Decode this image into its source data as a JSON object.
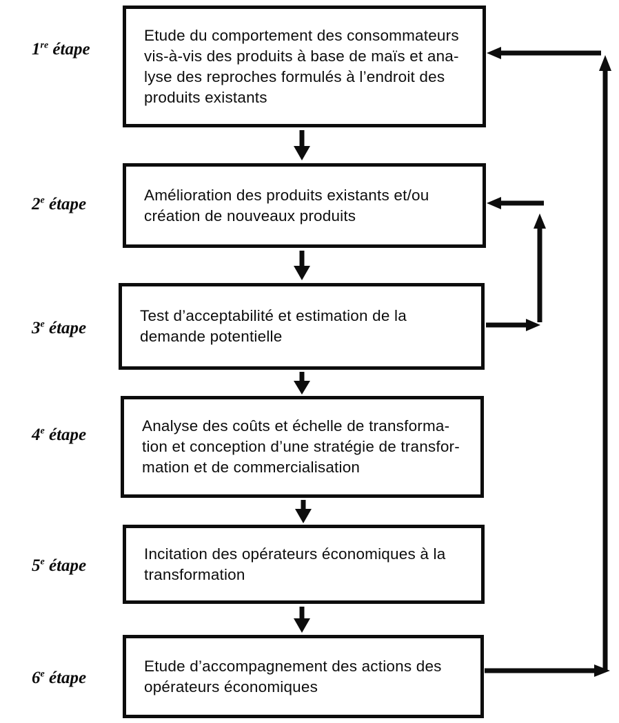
{
  "colors": {
    "ink": "#0d0d0d",
    "background": "#ffffff"
  },
  "diagram": {
    "description": "Six-step product development flowchart with feedback loops",
    "steps": [
      {
        "ordinal": "1",
        "ordinal_suffix": "re",
        "label_word": "étape",
        "lines": [
          "Etude du comportement des consommateurs",
          "vis-à-vis des produits à base de maïs et ana-",
          "lyse des reproches formulés à l’endroit des",
          "produits existants"
        ]
      },
      {
        "ordinal": "2",
        "ordinal_suffix": "e",
        "label_word": "étape",
        "lines": [
          "Amélioration des produits existants et/ou",
          "création de nouveaux produits"
        ]
      },
      {
        "ordinal": "3",
        "ordinal_suffix": "e",
        "label_word": "étape",
        "lines": [
          "Test d’acceptabilité et estimation de la",
          "demande potentielle"
        ]
      },
      {
        "ordinal": "4",
        "ordinal_suffix": "e",
        "label_word": "étape",
        "lines": [
          "Analyse des coûts et échelle de transforma-",
          "tion et conception d’une stratégie de transfor-",
          "mation et de commercialisation"
        ]
      },
      {
        "ordinal": "5",
        "ordinal_suffix": "e",
        "label_word": "étape",
        "lines": [
          "Incitation des opérateurs économiques à la",
          "transformation"
        ]
      },
      {
        "ordinal": "6",
        "ordinal_suffix": "e",
        "label_word": "étape",
        "lines": [
          "Etude d’accompagnement des actions des",
          "opérateurs économiques"
        ]
      }
    ],
    "connectors": [
      "step1-to-step2-down-arrow",
      "step2-to-step3-down-arrow",
      "step3-to-step4-down-arrow",
      "step4-to-step5-down-arrow",
      "step5-to-step6-down-arrow",
      "step3-feedback-to-step2",
      "step6-feedback-to-step1"
    ]
  }
}
